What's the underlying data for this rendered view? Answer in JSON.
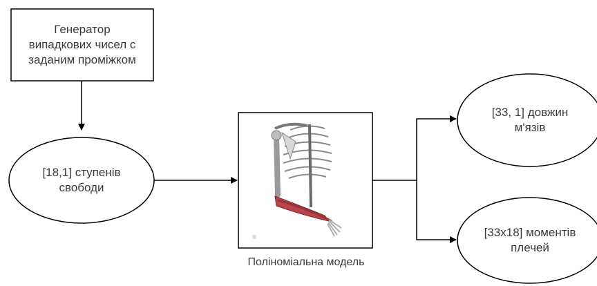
{
  "nodes": {
    "generator": {
      "label": "Генератор\nвипадкових чисел с\nзаданим проміжком"
    },
    "dof": {
      "label": "[18,1] ступенів\nсвободи"
    },
    "model": {
      "caption": "Поліноміальна модель",
      "image_icon": "skeleton-arm-icon"
    },
    "lengths": {
      "label": "[33, 1] довжин\nм'язів"
    },
    "moments": {
      "label": "[33x18] моментів\nплечей"
    }
  },
  "edges": [
    {
      "from": "generator",
      "to": "dof"
    },
    {
      "from": "dof",
      "to": "model"
    },
    {
      "from": "model",
      "to": "lengths"
    },
    {
      "from": "model",
      "to": "moments"
    }
  ]
}
